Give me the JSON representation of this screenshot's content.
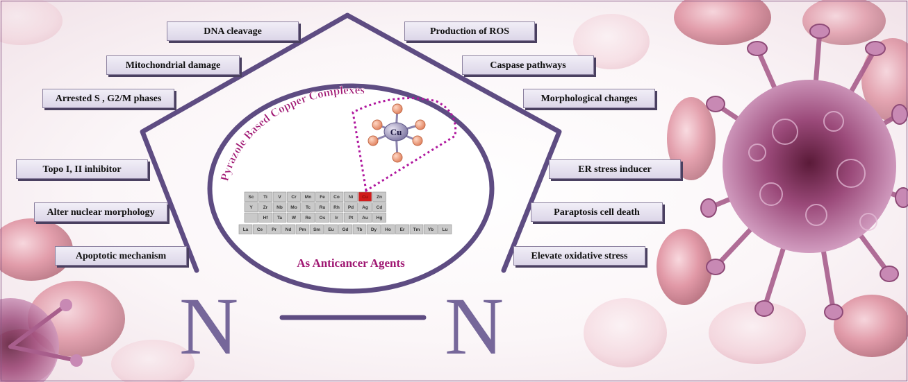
{
  "labels_left": [
    {
      "id": "dna",
      "text": "DNA cleavage"
    },
    {
      "id": "mito",
      "text": "Mitochondrial damage"
    },
    {
      "id": "arrest",
      "text": "Arrested S , G2/M phases"
    },
    {
      "id": "topo",
      "text": "Topo I, II inhibitor"
    },
    {
      "id": "nuclear",
      "text": "Alter nuclear morphology"
    },
    {
      "id": "apoptotic",
      "text": "Apoptotic mechanism"
    }
  ],
  "labels_right": [
    {
      "id": "ros",
      "text": "Production of ROS"
    },
    {
      "id": "caspase",
      "text": "Caspase pathways"
    },
    {
      "id": "morph",
      "text": "Morphological changes"
    },
    {
      "id": "er",
      "text": "ER stress inducer"
    },
    {
      "id": "paraptosis",
      "text": "Paraptosis cell death"
    },
    {
      "id": "oxidative",
      "text": "Elevate oxidative stress"
    }
  ],
  "center": {
    "arc_title": "Pyrazole Based Copper Complexes",
    "bottom_title": "As Anticancer Agents",
    "metal": "Cu"
  },
  "ring": {
    "left_atom": "N",
    "right_atom": "N"
  },
  "periodic_table": {
    "row1": [
      "Sc",
      "Ti",
      "V",
      "Cr",
      "Mn",
      "Fe",
      "Co",
      "Ni",
      "Cu",
      "Zn"
    ],
    "row2": [
      "Y",
      "Zr",
      "Nb",
      "Mo",
      "Tc",
      "Ru",
      "Rh",
      "Pd",
      "Ag",
      "Cd"
    ],
    "row3": [
      "",
      "Hf",
      "Ta",
      "W",
      "Re",
      "Os",
      "Ir",
      "Pt",
      "Au",
      "Hg"
    ],
    "row4": [
      "La",
      "Ce",
      "Pr",
      "Nd",
      "Pm",
      "Sm",
      "Eu",
      "Gd",
      "Tb",
      "Dy",
      "Ho",
      "Er",
      "Tm",
      "Yb",
      "Lu"
    ],
    "highlight": "Cu"
  },
  "colors": {
    "pentagon": "#5e4c82",
    "accent": "#b0179e",
    "text_magenta": "#a01873",
    "label_bg": "#dcd6e8",
    "highlight_cell": "#d11b1b",
    "virus": "#8a3c6a"
  }
}
